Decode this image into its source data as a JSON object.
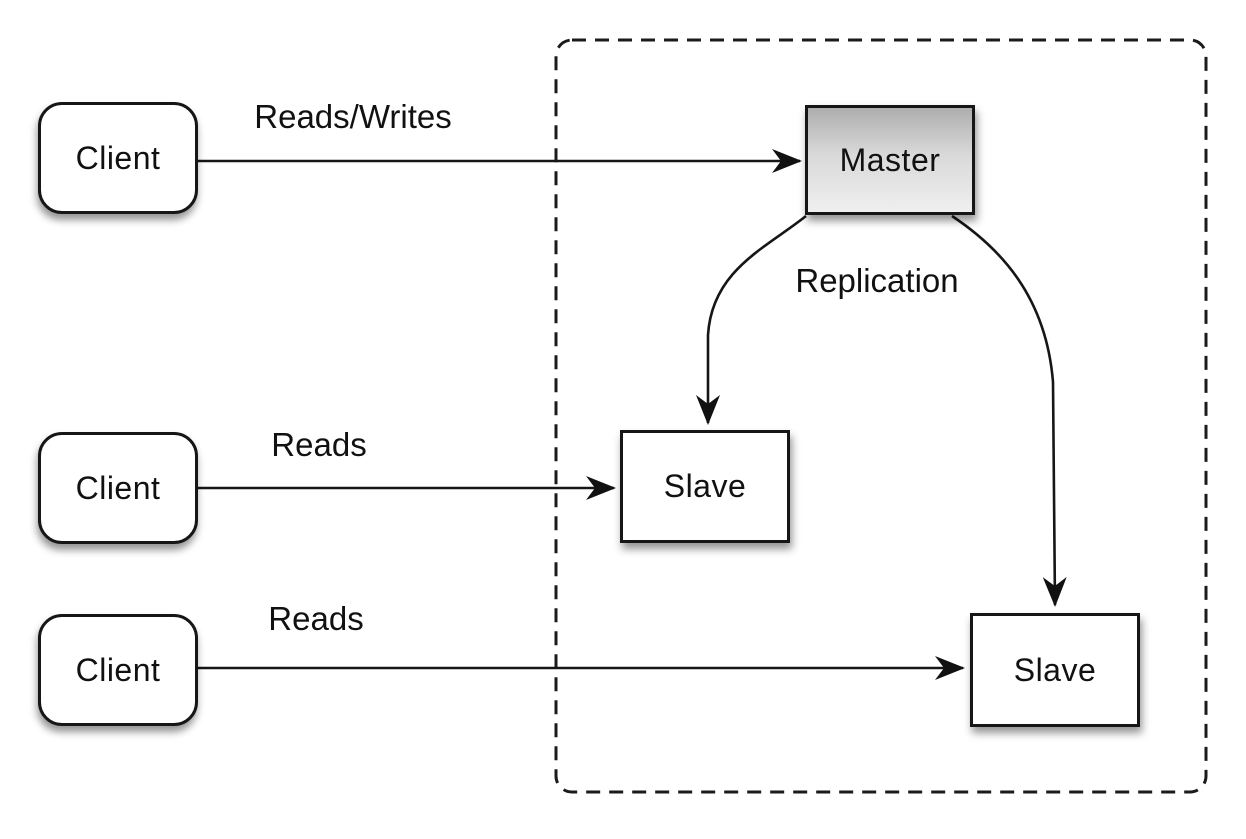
{
  "diagram": {
    "title": "master-slave-replication-diagram",
    "nodes": {
      "client1": {
        "label": "Client",
        "shape": "rounded-rect"
      },
      "client2": {
        "label": "Client",
        "shape": "rounded-rect"
      },
      "client3": {
        "label": "Client",
        "shape": "rounded-rect"
      },
      "master": {
        "label": "Master",
        "shape": "rect",
        "fill": "gray-gradient"
      },
      "slave1": {
        "label": "Slave",
        "shape": "rect"
      },
      "slave2": {
        "label": "Slave",
        "shape": "rect"
      }
    },
    "edges": [
      {
        "from": "client1",
        "to": "master",
        "label": "Reads/Writes",
        "style": "straight-arrow"
      },
      {
        "from": "client2",
        "to": "slave1",
        "label": "Reads",
        "style": "straight-arrow"
      },
      {
        "from": "client3",
        "to": "slave2",
        "label": "Reads",
        "style": "straight-arrow"
      },
      {
        "from": "master",
        "to": "slave1",
        "label": "Replication",
        "style": "curved-arrow"
      },
      {
        "from": "master",
        "to": "slave2",
        "label": "",
        "style": "curved-arrow"
      }
    ],
    "edge_labels": {
      "reads_writes": "Reads/Writes",
      "reads_client2": "Reads",
      "reads_client3": "Reads",
      "replication": "Replication"
    },
    "container": {
      "type": "dashed-boundary",
      "contains": [
        "master",
        "slave1",
        "slave2"
      ]
    },
    "colors": {
      "line": "#161616",
      "text": "#111111",
      "node_fill": "#ffffff",
      "master_gradient_top": "#aeaeae",
      "master_gradient_bottom": "#efefef",
      "background": "#ffffff"
    }
  }
}
